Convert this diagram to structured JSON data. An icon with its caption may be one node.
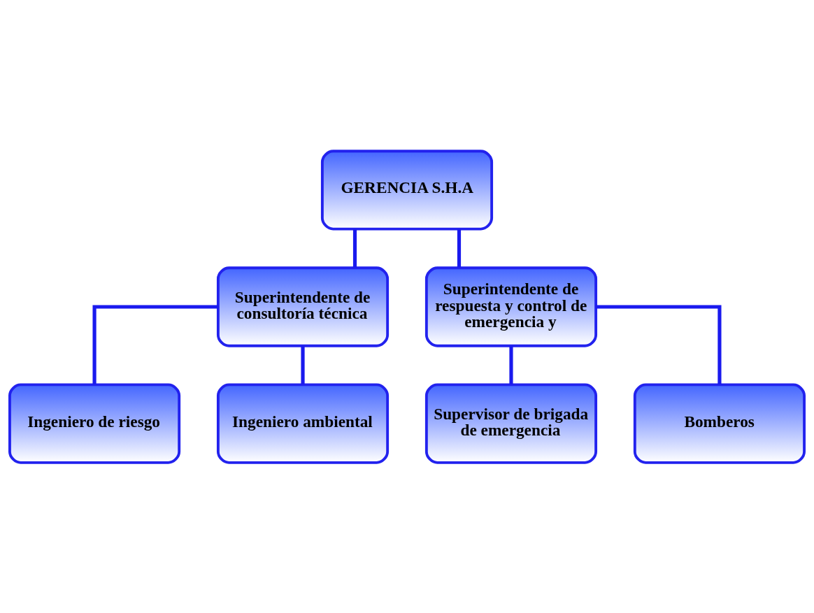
{
  "diagram": {
    "nodes": [
      {
        "text": [
          "GERENCIA S.H.A"
        ]
      },
      {
        "text": [
          "Superintendente de consultoría técnica"
        ]
      },
      {
        "text": [
          "Superintendente de respuesta y control de emergencia y"
        ]
      },
      {
        "text": [
          "Ingeniero de riesgo"
        ]
      },
      {
        "text": [
          "Ingeniero ambiental"
        ]
      },
      {
        "text": [
          "Supervisor de brigada de emergencia"
        ]
      },
      {
        "text": [
          "Bomberos"
        ]
      }
    ],
    "edges": [
      {
        "from": 0,
        "to": 1,
        "arrow": "none"
      },
      {
        "from": 0,
        "to": 2,
        "arrow": "none"
      },
      {
        "from": 1,
        "to": 3,
        "arrow": "none"
      },
      {
        "from": 1,
        "to": 4,
        "arrow": "none"
      },
      {
        "from": 2,
        "to": 5,
        "arrow": "none"
      },
      {
        "from": 2,
        "to": 6,
        "arrow": "none"
      }
    ]
  }
}
